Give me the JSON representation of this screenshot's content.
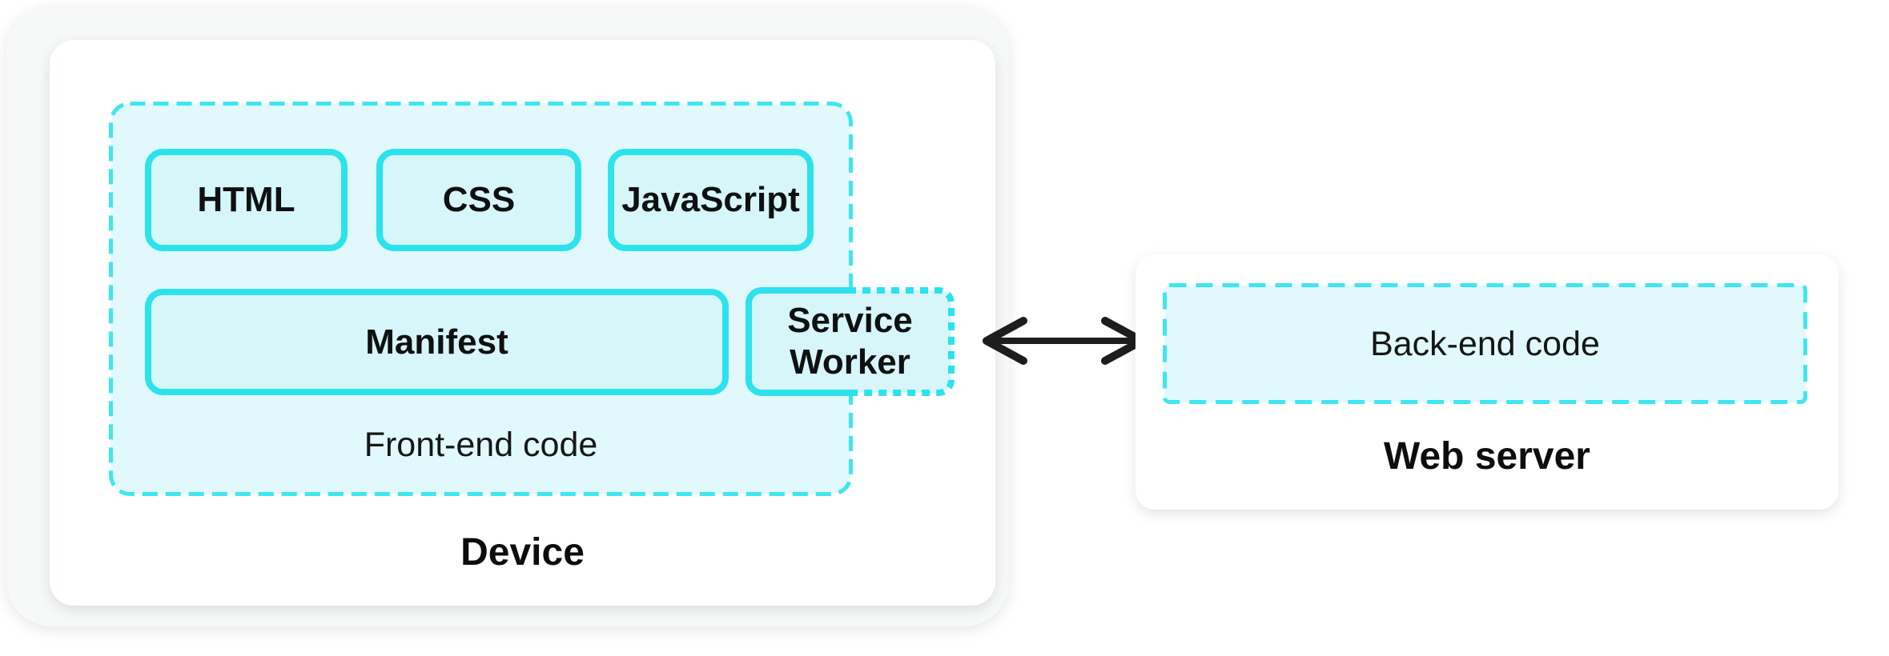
{
  "device_card": {
    "title": "Device",
    "frontend_zone": {
      "label": "Front-end code",
      "top_boxes": [
        "HTML",
        "CSS",
        "JavaScript"
      ],
      "manifest_label": "Manifest",
      "service_worker_label": "Service Worker"
    }
  },
  "connector": {
    "icon": "bidirectional-arrow"
  },
  "server_card": {
    "title": "Web server",
    "backend_zone": {
      "label": "Back-end code"
    }
  },
  "colors": {
    "cyan_border_solid": "#2BE2ED",
    "cyan_border_dashed": "#3FE6F0",
    "node_fill": "#D7F6FA",
    "zone_fill": "#E1F9FC",
    "card_background": "#FFFFFF",
    "backdrop_background": "#F7F8F8",
    "arrow_black": "#1D1D1D",
    "text_black": "#0F1011"
  }
}
